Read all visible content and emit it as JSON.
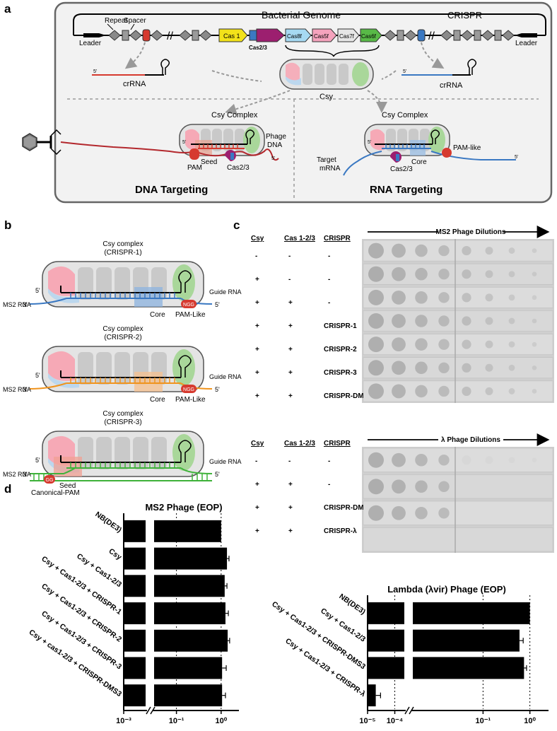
{
  "panels": {
    "a": "a",
    "b": "b",
    "c": "c",
    "d": "d"
  },
  "panel_a": {
    "genome_title": "Bacterial Genome",
    "crispr_label": "CRISPR",
    "repeat_label": "Repeat",
    "spacer_label": "Spacer",
    "leader_left": "Leader",
    "leader_right": "Leader",
    "genes": [
      "Cas 1",
      "Cas2/3",
      "Cas8f",
      "Cas5f",
      "Cas7f",
      "Cas6f"
    ],
    "crrna_left": "crRNA",
    "crrna_right": "crRNA",
    "csy": "Csy",
    "csy_complex_left": "Csy Complex",
    "csy_complex_right": "Csy Complex",
    "phage_dna": "Phage\nDNA",
    "pam": "PAM",
    "seed": "Seed",
    "cas23_left": "Cas2/3",
    "cas23_right": "Cas2/3",
    "core": "Core",
    "pam_like": "PAM-like",
    "target_mrna": "Target\nmRNA",
    "dna_targeting": "DNA Targeting",
    "rna_targeting": "RNA Targeting",
    "five_prime": "5'"
  },
  "panel_b": {
    "complexes": [
      {
        "title": "Csy complex",
        "sub": "(CRISPR-1)",
        "guide": "Guide RNA",
        "target": "MS2 RNA",
        "region": "Core",
        "pam": "PAM-Like",
        "pam_seq": "NGG",
        "color": "#3a78c2"
      },
      {
        "title": "Csy complex",
        "sub": "(CRISPR-2)",
        "guide": "Guide RNA",
        "target": "MS2 RNA",
        "region": "Core",
        "pam": "PAM-Like",
        "pam_seq": "NGG",
        "color": "#f0941e"
      },
      {
        "title": "Csy complex",
        "sub": "(CRISPR-3)",
        "guide": "Guide RNA",
        "target": "MS2 RNA",
        "region": "Seed",
        "pam": "Canonical-PAM",
        "pam_seq": "GG",
        "color": "#3fb23a"
      }
    ]
  },
  "panel_c": {
    "headers": [
      "Csy",
      "Cas 1-2/3",
      "CRISPR"
    ],
    "ms2_title": "MS2 Phage Dilutions",
    "ms2_rows": [
      [
        "-",
        "-",
        "-"
      ],
      [
        "+",
        "-",
        "-"
      ],
      [
        "+",
        "+",
        "-"
      ],
      [
        "+",
        "+",
        "CRISPR-1"
      ],
      [
        "+",
        "+",
        "CRISPR-2"
      ],
      [
        "+",
        "+",
        "CRISPR-3"
      ],
      [
        "+",
        "+",
        "CRISPR-DMS3"
      ]
    ],
    "lambda_title": "λ Phage Dilutions",
    "lambda_rows": [
      [
        "-",
        "-",
        "-"
      ],
      [
        "+",
        "+",
        "-"
      ],
      [
        "+",
        "+",
        "CRISPR-DMS3"
      ],
      [
        "+",
        "+",
        "CRISPR-λ"
      ]
    ]
  },
  "chart_data": [
    {
      "type": "bar",
      "orientation": "horizontal",
      "title": "MS2 Phage (EOP)",
      "categories": [
        "NB(DE3)",
        "Csy",
        "Csy + Cas1-2/3",
        "Csy + Cas1-2/3 + CRISPR-1",
        "Csy + Cas1-2/3 + CRISPR-2",
        "Csy + Cas1-2/3 + CRISPR-3",
        "Csy + cas1-2/3 + CRISPR-DMS3"
      ],
      "values": [
        1.0,
        1.35,
        1.2,
        1.25,
        1.4,
        1.05,
        1.05
      ],
      "errors": [
        0,
        0.15,
        0.15,
        0.2,
        0.15,
        0.25,
        0.2
      ],
      "xscale": "log",
      "xlim": [
        0.001,
        2.5
      ],
      "xticks": [
        "10⁻³",
        "10⁻¹",
        "10⁰"
      ],
      "axis_break": true
    },
    {
      "type": "bar",
      "orientation": "horizontal",
      "title": "Lambda (λvir) Phage (EOP)",
      "categories": [
        "NB(DE3)",
        "Csy + Cas1-2/3",
        "Csy + Cas1-2/3 + CRISPR-DMS3",
        "Csy + Cas1-2/3 + CRISPR-λ"
      ],
      "values": [
        1.0,
        0.6,
        0.75,
        2e-05
      ],
      "errors": [
        0,
        0.12,
        0.1,
        1e-05
      ],
      "xscale": "log",
      "xlim": [
        1e-05,
        2.5
      ],
      "xticks": [
        "10⁻⁵",
        "10⁻⁴",
        "10⁻¹",
        "10⁰"
      ],
      "axis_break": true
    }
  ],
  "colors": {
    "pink": "#f6a9b6",
    "blue_light": "#bcd7ee",
    "green_light": "#a9d79a",
    "gray": "#c9c9c9",
    "red": "#d63a2f",
    "magenta": "#9c1f6f",
    "cas1": "#f2e21a",
    "cas8f": "#a6d9f2",
    "cas5f": "#f5a3bd",
    "cas7f": "#e6e6e6",
    "cas6f": "#58b947"
  }
}
